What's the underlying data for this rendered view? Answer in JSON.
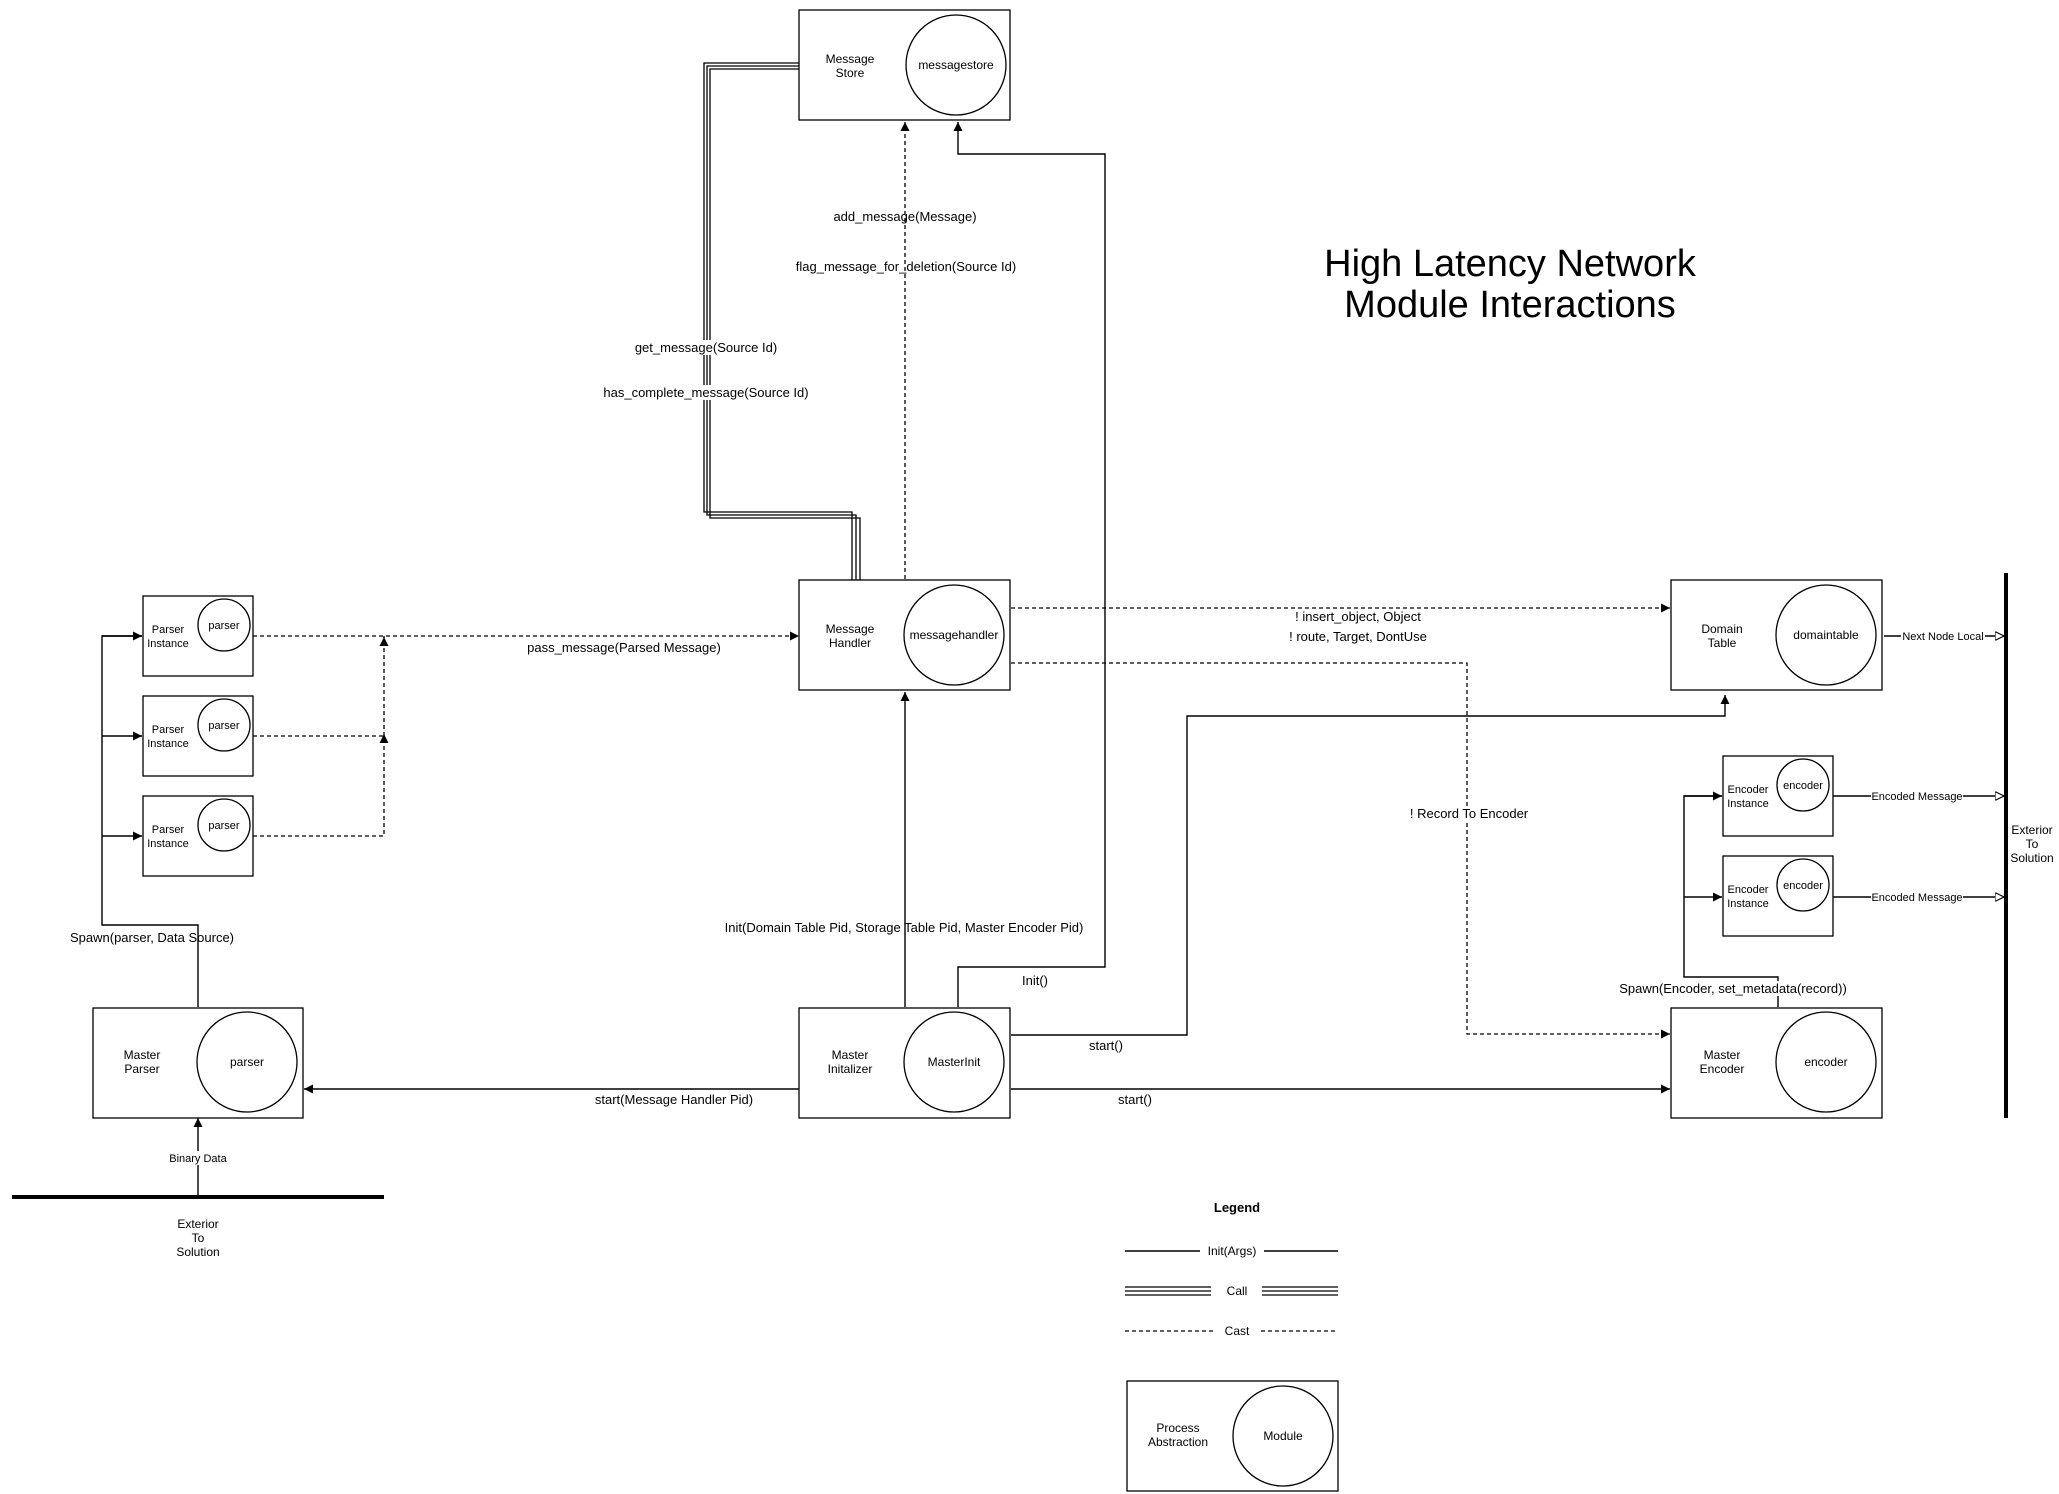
{
  "title": {
    "line1": "High Latency Network",
    "line2": "Module Interactions"
  },
  "nodes": {
    "message_store": {
      "label_line1": "Message",
      "label_line2": "Store",
      "module": "messagestore"
    },
    "message_handler": {
      "label_line1": "Message",
      "label_line2": "Handler",
      "module": "messagehandler"
    },
    "parser_instance_1": {
      "label_line1": "Parser",
      "label_line2": "Instance",
      "module": "parser"
    },
    "parser_instance_2": {
      "label_line1": "Parser",
      "label_line2": "Instance",
      "module": "parser"
    },
    "parser_instance_3": {
      "label_line1": "Parser",
      "label_line2": "Instance",
      "module": "parser"
    },
    "master_parser": {
      "label_line1": "Master",
      "label_line2": "Parser",
      "module": "parser"
    },
    "master_init": {
      "label_line1": "Master",
      "label_line2": "Initalizer",
      "module": "MasterInit"
    },
    "domain_table": {
      "label_line1": "Domain",
      "label_line2": "Table",
      "module": "domaintable"
    },
    "encoder_instance_1": {
      "label_line1": "Encoder",
      "label_line2": "Instance",
      "module": "encoder"
    },
    "encoder_instance_2": {
      "label_line1": "Encoder",
      "label_line2": "Instance",
      "module": "encoder"
    },
    "master_encoder": {
      "label_line1": "Master",
      "label_line2": "Encoder",
      "module": "encoder"
    }
  },
  "edges": {
    "add_message": "add_message(Message)",
    "flag_message": "flag_message_for_deletion(Source Id)",
    "get_message": "get_message(Source Id)",
    "has_complete": "has_complete_message(Source Id)",
    "pass_message": "pass_message(Parsed Message)",
    "insert_object": "! insert_object, Object",
    "route": "! route, Target, DontUse",
    "record_to_encoder": "! Record To Encoder",
    "next_node_local": "Next Node Local",
    "encoded_message_1": "Encoded Message",
    "encoded_message_2": "Encoded Message",
    "spawn_parser": "Spawn(parser, Data Source)",
    "init_handler": "Init(Domain Table Pid, Storage Table Pid, Master Encoder Pid)",
    "init_store": "Init()",
    "start_domain": "start()",
    "start_encoder": "start()",
    "start_parser": "start(Message Handler Pid)",
    "spawn_encoder": "Spawn(Encoder, set_metadata(record))",
    "binary_data": "Binary Data"
  },
  "boundaries": {
    "bottom": {
      "line1": "Exterior",
      "line2": "To",
      "line3": "Solution"
    },
    "right": {
      "line1": "Exterior",
      "line2": "To",
      "line3": "Solution"
    }
  },
  "legend": {
    "title": "Legend",
    "init": "Init(Args)",
    "call": "Call",
    "cast": "Cast",
    "process_line1": "Process",
    "process_line2": "Abstraction",
    "module": "Module"
  }
}
